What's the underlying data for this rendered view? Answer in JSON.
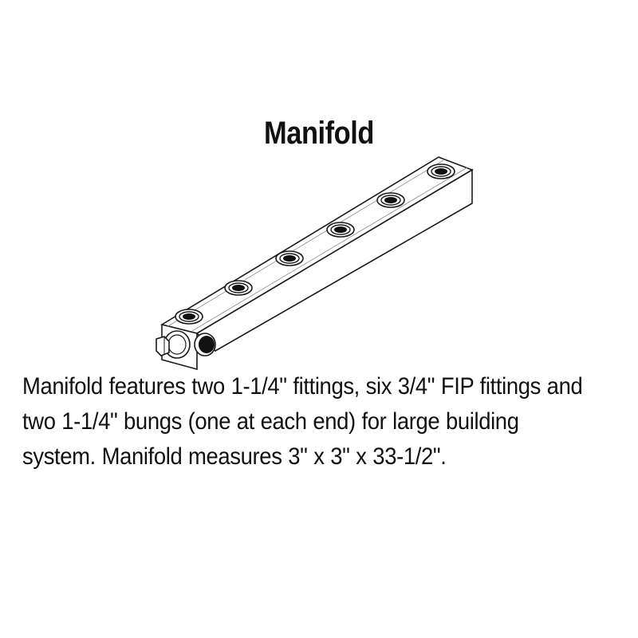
{
  "document": {
    "title": "Manifold",
    "description": "Manifold features two 1-1/4\" fittings, six 3/4\" FIP fittings and two 1-1/4\" bungs (one at each end) for large building system. Manifold measures 3\" x 3\" x 33-1/2\"."
  },
  "illustration": {
    "subject": "manifold",
    "top_port_count": 6
  }
}
